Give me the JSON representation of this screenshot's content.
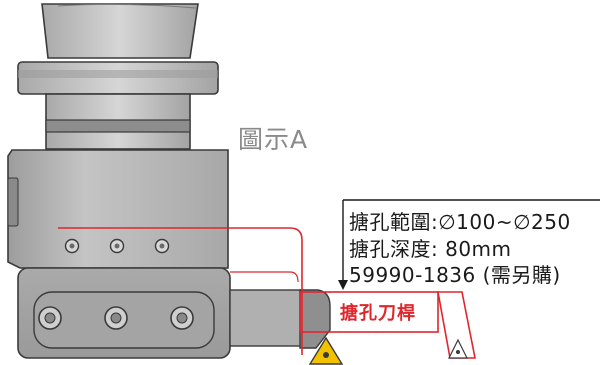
{
  "figure": {
    "title": "圖示A"
  },
  "specs": {
    "boring_range": "搪孔範圍:∅100~∅250",
    "boring_depth": "搪孔深度: 80mm",
    "part_number": "59990-1836 (需另購)"
  },
  "tool": {
    "label": "搪孔刀桿"
  },
  "colors": {
    "body_gray": "#b9b9b9",
    "body_dark": "#8f8f8f",
    "outline": "#3a3a3a",
    "accent_red": "#e0262d",
    "insert_yellow": "#f2c200"
  }
}
